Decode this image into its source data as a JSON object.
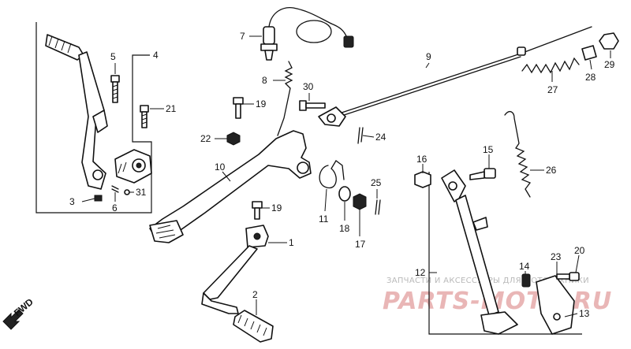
{
  "callouts": {
    "c1": "1",
    "c2": "2",
    "c3": "3",
    "c4": "4",
    "c5": "5",
    "c6": "6",
    "c7": "7",
    "c8": "8",
    "c9": "9",
    "c10": "10",
    "c11": "11",
    "c12": "12",
    "c13": "13",
    "c14": "14",
    "c15": "15",
    "c16": "16",
    "c17": "17",
    "c18": "18",
    "c19a": "19",
    "c19b": "19",
    "c20": "20",
    "c21": "21",
    "c22": "22",
    "c23": "23",
    "c24": "24",
    "c25": "25",
    "c26": "26",
    "c27": "27",
    "c28": "28",
    "c29": "29",
    "c30": "30",
    "c31": "31"
  },
  "fwd_label": "FWD",
  "watermark": {
    "line1": "ЗАПЧАСТИ И АКСЕССУАРЫ ДЛЯ МОТОТЕХНИКИ",
    "line2": "PARTS-MOTO.RU"
  },
  "colors": {
    "ink": "#111111",
    "watermark_gray": "#b9b9b9",
    "watermark_red": "#e9b6b6"
  }
}
